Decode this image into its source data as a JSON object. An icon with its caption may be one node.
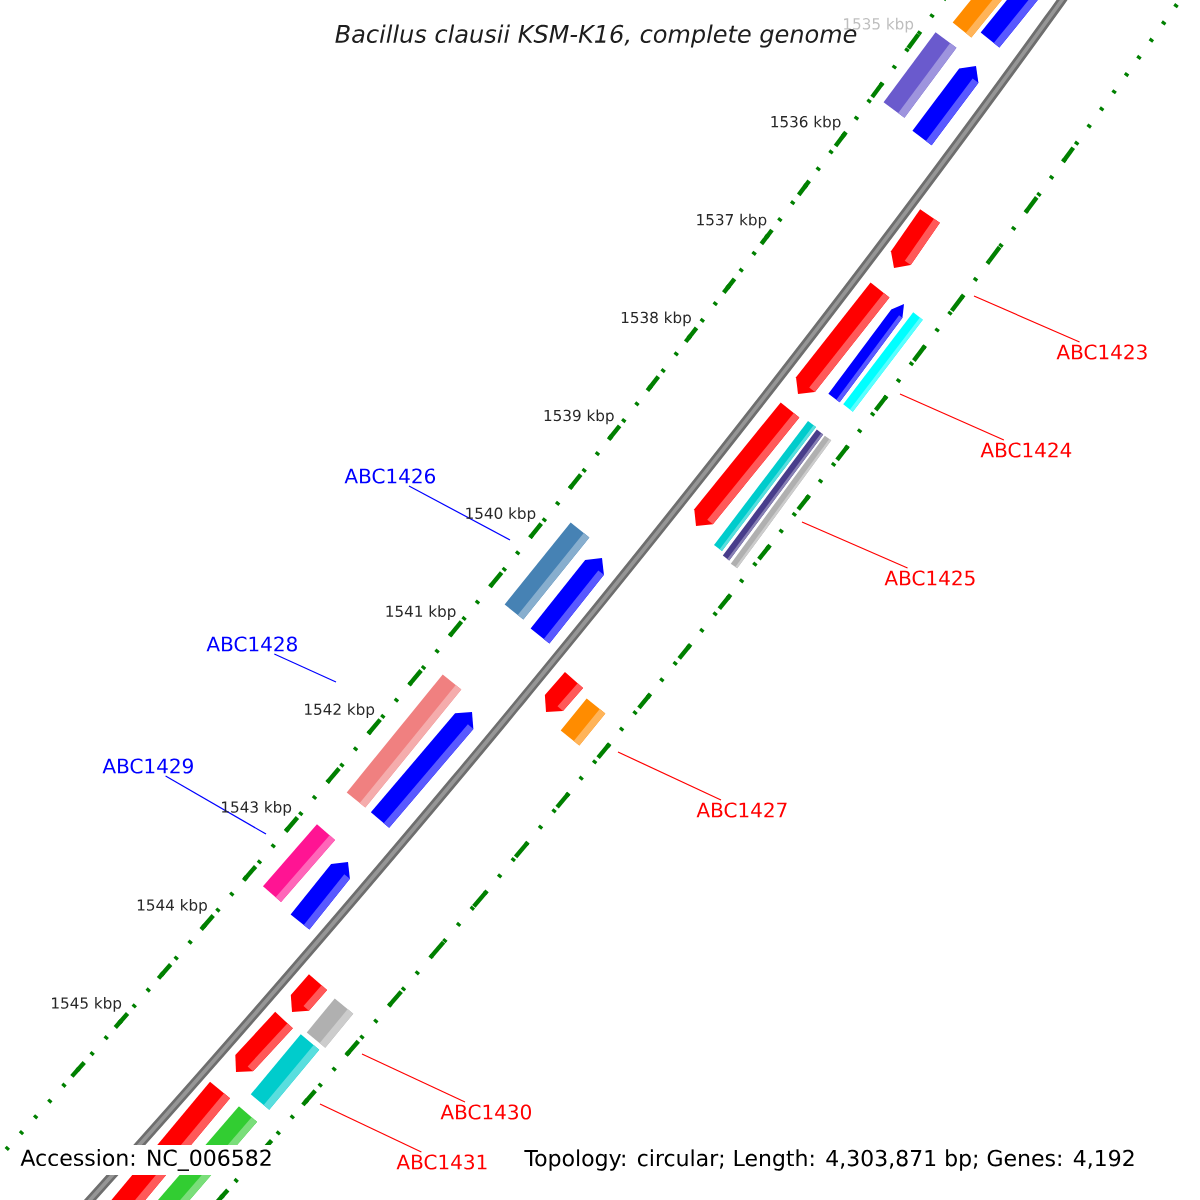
{
  "diagram": {
    "title": "Bacillus clausii KSM-K16, complete genome",
    "nodes": [
      {
        "text": [
          "ABC1423"
        ]
      },
      {
        "text": [
          "ABC1424"
        ]
      },
      {
        "text": [
          "ABC1426"
        ]
      },
      {
        "text": [
          "ABC1425"
        ]
      },
      {
        "text": [
          "ABC1428"
        ]
      },
      {
        "text": [
          "ABC1429"
        ]
      },
      {
        "text": [
          "ABC1427"
        ]
      },
      {
        "text": [
          "ABC1430"
        ]
      },
      {
        "text": [
          "ABC1431"
        ]
      }
    ],
    "edges": [
      {
        "from": 0,
        "to": null,
        "arrow": "none"
      },
      {
        "from": 1,
        "to": null,
        "arrow": "none"
      },
      {
        "from": 2,
        "to": null,
        "arrow": "none",
        "color": "#0000ff"
      },
      {
        "from": 3,
        "to": null,
        "arrow": "none"
      },
      {
        "from": 4,
        "to": null,
        "arrow": "none",
        "color": "#0000ff"
      },
      {
        "from": 5,
        "to": null,
        "arrow": "none",
        "color": "#0000ff"
      },
      {
        "from": 6,
        "to": null,
        "arrow": "none"
      },
      {
        "from": 7,
        "to": null,
        "arrow": "none"
      },
      {
        "from": 8,
        "to": null,
        "arrow": "none"
      }
    ],
    "labels": [
      "1535 kbp",
      "1536 kbp",
      "1537 kbp",
      "1538 kbp",
      "1539 kbp",
      "1540 kbp",
      "1541 kbp",
      "1542 kbp",
      "1543 kbp",
      "1544 kbp",
      "1545 kbp",
      "Accession: NC_006582",
      "Topology: circular; Length: 4,303,871 bp; Genes: 4,192"
    ]
  }
}
